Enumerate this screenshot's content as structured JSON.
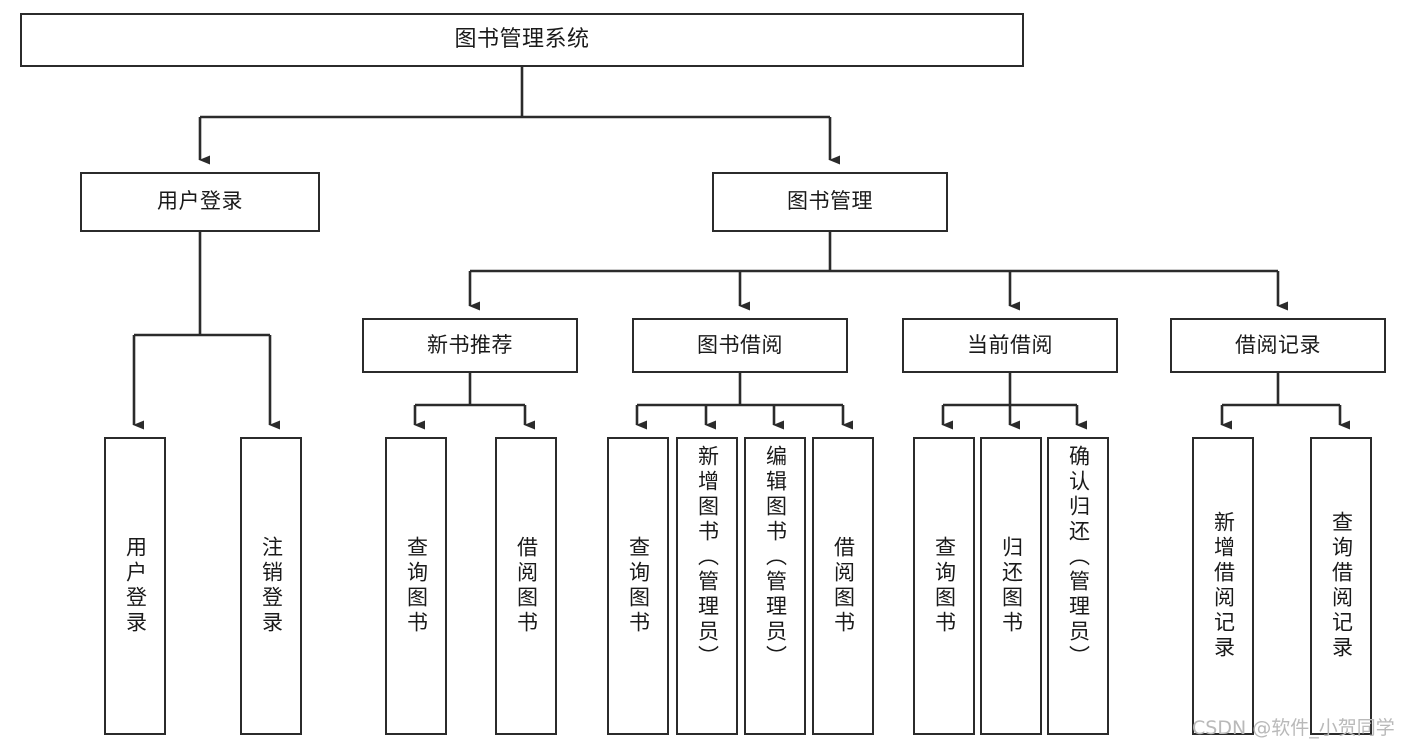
{
  "diagram": {
    "title": "图书管理系统",
    "type": "tree-hierarchy-chart",
    "line_color": "#2b2b2b",
    "box_fill": "#ffffff",
    "text_color": "#1a1a1a"
  },
  "nodes": {
    "root": {
      "label": "图书管理系统"
    },
    "level2": [
      {
        "id": "user-login",
        "label": "用户登录"
      },
      {
        "id": "book-management",
        "label": "图书管理"
      }
    ],
    "level3": [
      {
        "id": "new-book-recommend",
        "label": "新书推荐"
      },
      {
        "id": "book-borrow",
        "label": "图书借阅"
      },
      {
        "id": "current-borrow",
        "label": "当前借阅"
      },
      {
        "id": "borrow-record",
        "label": "借阅记录"
      }
    ],
    "leaves": {
      "user_login": [
        {
          "id": "leaf-user-login",
          "label": "用户登录"
        },
        {
          "id": "leaf-logout-login",
          "label": "注销登录"
        }
      ],
      "new_book_recommend": [
        {
          "id": "leaf-query-book-1",
          "label": "查询图书"
        },
        {
          "id": "leaf-borrow-book-1",
          "label": "借阅图书"
        }
      ],
      "book_borrow": [
        {
          "id": "leaf-query-book-2",
          "label": "查询图书"
        },
        {
          "id": "leaf-add-book",
          "label": "新增图书（管理员）"
        },
        {
          "id": "leaf-edit-book",
          "label": "编辑图书（管理员）"
        },
        {
          "id": "leaf-borrow-book-2",
          "label": "借阅图书"
        }
      ],
      "current_borrow": [
        {
          "id": "leaf-query-book-3",
          "label": "查询图书"
        },
        {
          "id": "leaf-return-book",
          "label": "归还图书"
        },
        {
          "id": "leaf-confirm-return",
          "label": "确认归还（管理员）"
        }
      ],
      "borrow_record": [
        {
          "id": "leaf-add-record",
          "label": "新增借阅记录"
        },
        {
          "id": "leaf-query-record",
          "label": "查询借阅记录"
        }
      ]
    }
  },
  "watermark": {
    "text": "CSDN @软件_小贺同学"
  }
}
